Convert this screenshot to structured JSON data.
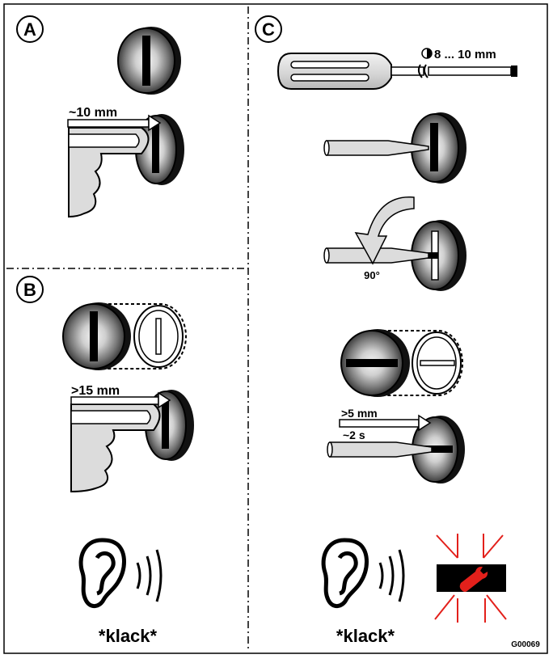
{
  "panels": {
    "a": {
      "label": "A",
      "distance": "~10 mm"
    },
    "b": {
      "label": "B",
      "distance": ">15 mm",
      "sound": "*klack*"
    },
    "c": {
      "label": "C",
      "screwdriver_size": "8 ... 10 mm",
      "rotation": "90°",
      "distance": ">5 mm",
      "duration": "~2 s",
      "sound": "*klack*"
    }
  },
  "figure_code": "G00069",
  "colors": {
    "warning_red": "#e3201b",
    "line": "#000000",
    "finger_fill": "#dcdcdc"
  },
  "icons": [
    "ear-icon",
    "sound-waves-icon",
    "wrench-warning-icon"
  ]
}
